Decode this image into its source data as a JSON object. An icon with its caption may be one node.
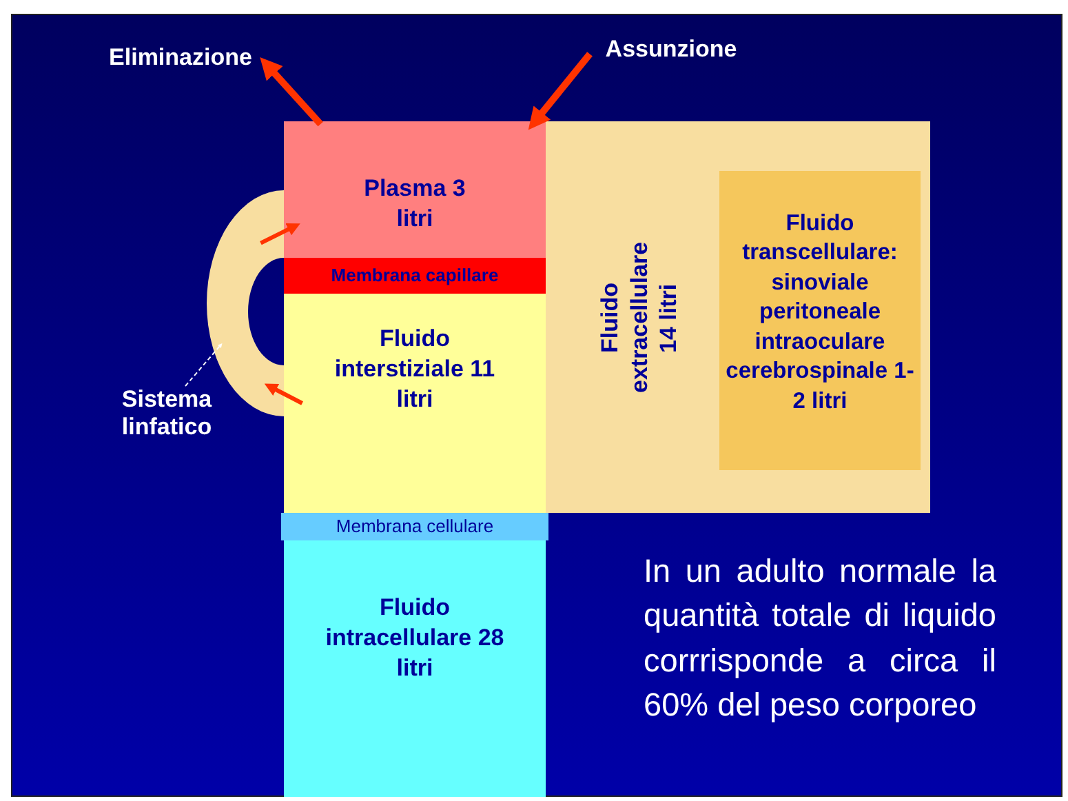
{
  "diagram": {
    "nodes": [
      {
        "text": [
          "Eliminazione"
        ]
      },
      {
        "text": [
          "Assunzione"
        ]
      },
      {
        "text": [
          "Plasma 3 litri"
        ]
      },
      {
        "text": [
          "Membrana capillare"
        ]
      },
      {
        "text": [
          "Fluido interstiziale 11 litri"
        ]
      },
      {
        "text": [
          "Fluido extracellulare 14 litri"
        ]
      },
      {
        "text": [
          "Fluido transcellulare: sinoviale peritoneale intraoculare cerebrospinale 1-2 litri"
        ],
        "in": 5
      },
      {
        "text": [
          "Membrana cellulare"
        ]
      },
      {
        "text": [
          "Fluido intracellulare 28 litri"
        ]
      },
      {
        "text": [
          "Sistema linfatico"
        ]
      },
      {
        "text": [],
        "shape": "arc"
      }
    ],
    "edges": [
      {
        "from": 2,
        "to": 0,
        "arrow": "to"
      },
      {
        "from": 1,
        "to": 2,
        "arrow": "to"
      },
      {
        "from": 4,
        "to": 10,
        "arrow": "to"
      },
      {
        "from": 10,
        "to": 2,
        "arrow": "to"
      },
      {
        "from": 9,
        "to": 10,
        "arrow": "to",
        "style": "dashed",
        "color": "#ffffff"
      }
    ],
    "labels": [
      "In un adulto normale la quantità totale di liquido corrrisponde a circa il 60% del peso corporeo"
    ]
  }
}
